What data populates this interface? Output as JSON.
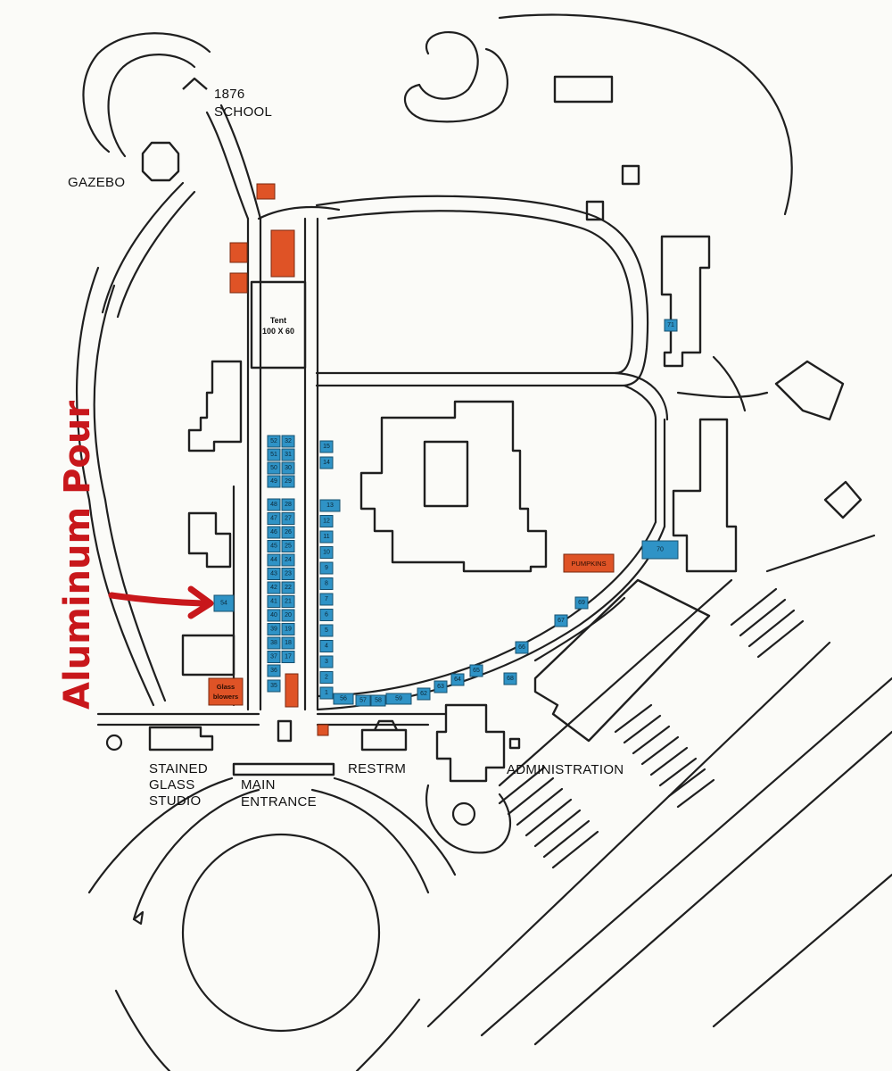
{
  "labels": {
    "school_1876_line1": "1876",
    "school_1876_line2": "SCHOOL",
    "gazebo": "GAZEBO",
    "tent_line1": "Tent",
    "tent_line2": "100 X 60",
    "stained_line1": "STAINED",
    "stained_line2": "GLASS",
    "stained_line3": "STUDIO",
    "main_line1": "MAIN",
    "main_line2": "ENTRANCE",
    "restrm": "RESTRM",
    "administration": "ADMINISTRATION",
    "pumpkins": "PUMPKINS",
    "glass_line1": "Glass",
    "glass_line2": "blowers"
  },
  "annotation": {
    "text": "Aluminum Pour"
  },
  "colors": {
    "booth": "#2f93c6",
    "special": "#df5326",
    "annotation": "#c8171b",
    "lines": "#1f1f1f"
  },
  "booths": [
    {
      "n": "52"
    },
    {
      "n": "32"
    },
    {
      "n": "51"
    },
    {
      "n": "31"
    },
    {
      "n": "50"
    },
    {
      "n": "30"
    },
    {
      "n": "49"
    },
    {
      "n": "29"
    },
    {
      "n": "48"
    },
    {
      "n": "28"
    },
    {
      "n": "47"
    },
    {
      "n": "27"
    },
    {
      "n": "46"
    },
    {
      "n": "26"
    },
    {
      "n": "45"
    },
    {
      "n": "25"
    },
    {
      "n": "44"
    },
    {
      "n": "24"
    },
    {
      "n": "43"
    },
    {
      "n": "23"
    },
    {
      "n": "42"
    },
    {
      "n": "22"
    },
    {
      "n": "41"
    },
    {
      "n": "21"
    },
    {
      "n": "40"
    },
    {
      "n": "20"
    },
    {
      "n": "39"
    },
    {
      "n": "19"
    },
    {
      "n": "38"
    },
    {
      "n": "18"
    },
    {
      "n": "37"
    },
    {
      "n": "17"
    },
    {
      "n": "36"
    },
    {
      "n": "35"
    },
    {
      "n": "15"
    },
    {
      "n": "14"
    },
    {
      "n": "13"
    },
    {
      "n": "12"
    },
    {
      "n": "11"
    },
    {
      "n": "10"
    },
    {
      "n": "9"
    },
    {
      "n": "8"
    },
    {
      "n": "7"
    },
    {
      "n": "6"
    },
    {
      "n": "5"
    },
    {
      "n": "4"
    },
    {
      "n": "3"
    },
    {
      "n": "2"
    },
    {
      "n": "1"
    },
    {
      "n": "56"
    },
    {
      "n": "57"
    },
    {
      "n": "58"
    },
    {
      "n": "59"
    },
    {
      "n": "62"
    },
    {
      "n": "63"
    },
    {
      "n": "64"
    },
    {
      "n": "65"
    },
    {
      "n": "66"
    },
    {
      "n": "67"
    },
    {
      "n": "68"
    },
    {
      "n": "69"
    },
    {
      "n": "70"
    },
    {
      "n": "71"
    },
    {
      "n": "54"
    }
  ]
}
